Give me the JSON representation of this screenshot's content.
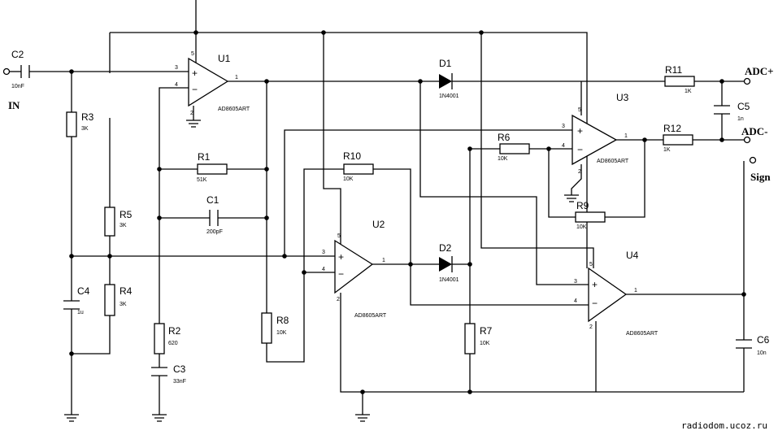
{
  "components": {
    "C2": {
      "ref": "C2",
      "value": "10nF"
    },
    "R3": {
      "ref": "R3",
      "value": "3K"
    },
    "R5": {
      "ref": "R5",
      "value": "3K"
    },
    "R4": {
      "ref": "R4",
      "value": "3K"
    },
    "C4": {
      "ref": "C4",
      "value": "1u"
    },
    "R1": {
      "ref": "R1",
      "value": "51K"
    },
    "C1": {
      "ref": "C1",
      "value": "200pF"
    },
    "R2": {
      "ref": "R2",
      "value": "620"
    },
    "C3": {
      "ref": "C3",
      "value": "33nF"
    },
    "R8": {
      "ref": "R8",
      "value": "10K"
    },
    "R10": {
      "ref": "R10",
      "value": "10K"
    },
    "D1": {
      "ref": "D1",
      "value": "1N4001"
    },
    "D2": {
      "ref": "D2",
      "value": "1N4001"
    },
    "R6": {
      "ref": "R6",
      "value": "10K"
    },
    "R9": {
      "ref": "R9",
      "value": "10K"
    },
    "R7": {
      "ref": "R7",
      "value": "10K"
    },
    "R11": {
      "ref": "R11",
      "value": "1K"
    },
    "R12": {
      "ref": "R12",
      "value": "1K"
    },
    "C5": {
      "ref": "C5",
      "value": "1n"
    },
    "C6": {
      "ref": "C6",
      "value": "10n"
    },
    "U1": {
      "ref": "U1",
      "value": "AD8605ART"
    },
    "U2": {
      "ref": "U2",
      "value": "AD8605ART"
    },
    "U3": {
      "ref": "U3",
      "value": "AD8605ART"
    },
    "U4": {
      "ref": "U4",
      "value": "AD8605ART"
    }
  },
  "pins": {
    "in_plus": "3",
    "in_minus": "4",
    "out": "1",
    "vcc": "5",
    "gnd": "2"
  },
  "symbols": {
    "plus": "+",
    "minus": "−"
  },
  "ports": {
    "in": "IN",
    "adc_plus": "ADC+",
    "adc_minus": "ADC-",
    "sign": "Sign"
  },
  "watermark": "radiodom.ucoz.ru"
}
